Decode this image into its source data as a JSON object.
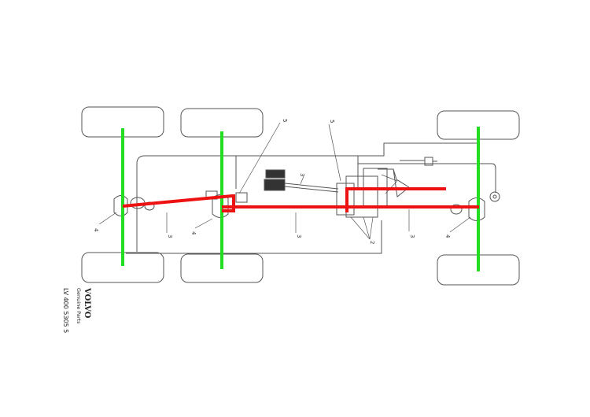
{
  "colors": {
    "axle_highlight": "#22dd22",
    "drive_highlight": "#ee1111",
    "line_art": "#555555"
  },
  "callouts": {
    "c2": "2",
    "c3": "3",
    "c4": "4",
    "c5": "5"
  },
  "brand": {
    "name": "VOLVO",
    "subtitle": "Genuine Parts",
    "part_number": "LV 400 5305 5"
  }
}
